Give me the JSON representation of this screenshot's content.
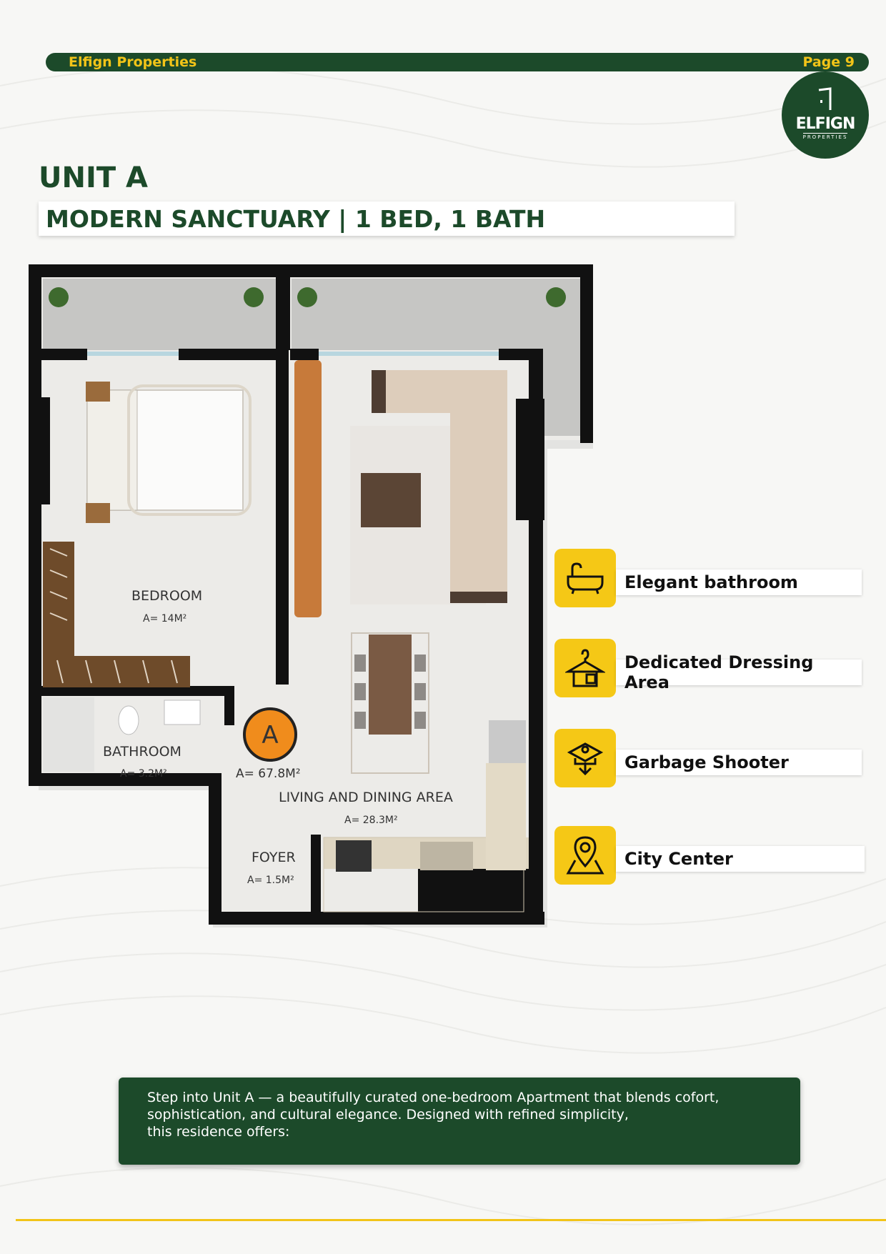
{
  "header": {
    "brand": "Elfign Properties",
    "page": "Page 9"
  },
  "logo": {
    "name": "ELFIGN",
    "sub": "PROPERTIES"
  },
  "unit": {
    "title": "UNIT A",
    "subtitle": "MODERN SANCTUARY | 1 BED, 1 BATH"
  },
  "floor_plan": {
    "unit_marker": "A",
    "total_area": "A= 67.8M²",
    "rooms": [
      {
        "name": "BEDROOM",
        "area": "A= 14M²"
      },
      {
        "name": "BATHROOM",
        "area": "A= 3.2M²"
      },
      {
        "name": "LIVING AND DINING AREA",
        "area": "A= 28.3M²"
      },
      {
        "name": "FOYER",
        "area": "A= 1.5M²"
      }
    ]
  },
  "features": [
    {
      "label": "Elegant bathroom",
      "icon": "bathtub-icon"
    },
    {
      "label": "Dedicated Dressing Area",
      "icon": "hanger-icon"
    },
    {
      "label": "Garbage Shooter",
      "icon": "garbage-chute-icon"
    },
    {
      "label": "City Center",
      "icon": "location-pin-icon"
    }
  ],
  "description": "Step into Unit A — a beautifully curated one-bedroom Apartment that blends cofort,\nsophistication, and cultural elegance. Designed with refined simplicity,\nthis residence offers:",
  "colors": {
    "brand_green": "#1c4a2a",
    "accent_yellow": "#f5c816"
  }
}
